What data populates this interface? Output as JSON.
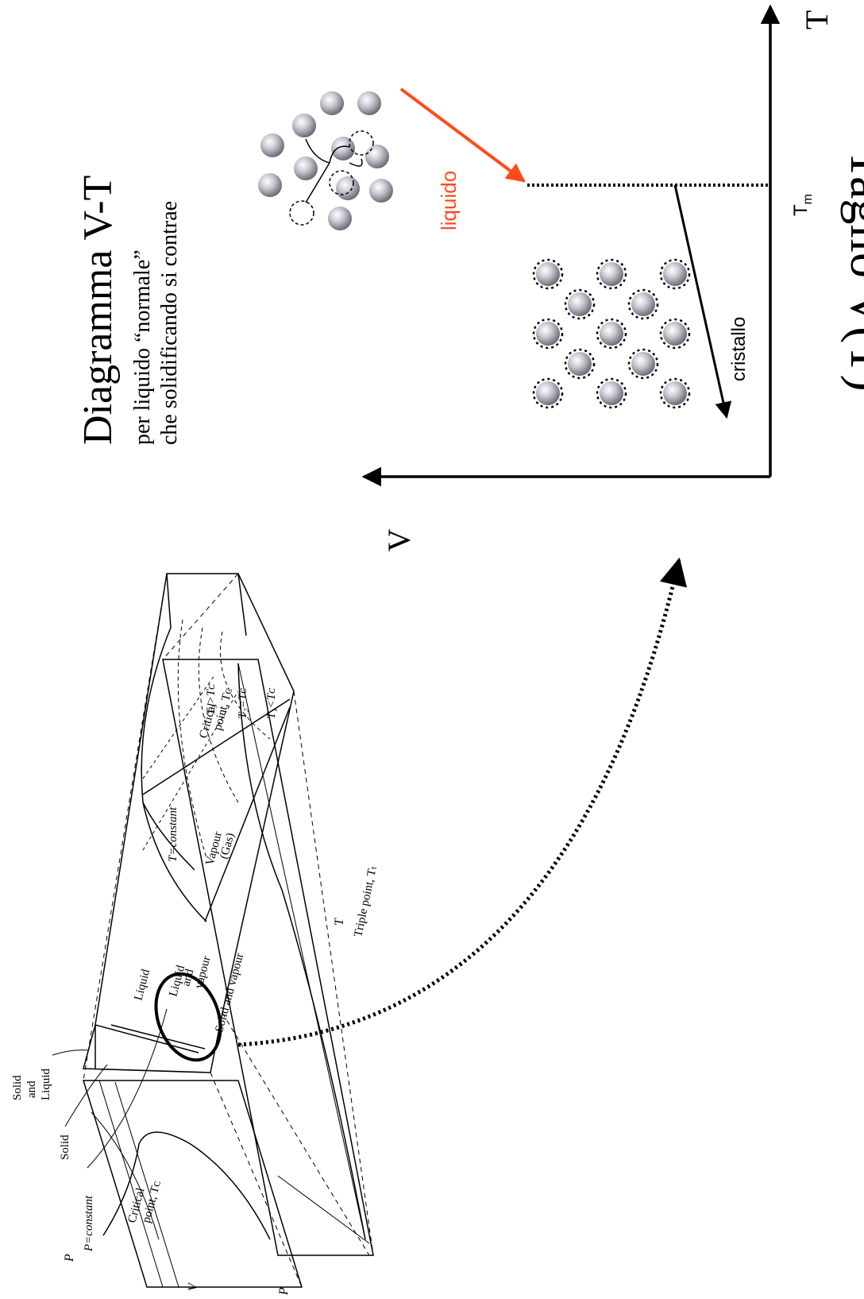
{
  "title": "Taglio V(T)",
  "heading": "Diagramma V-T",
  "subtitle_line1": "per liquido “normale”",
  "subtitle_line2": "che solidificando si contrae",
  "vt_diagram": {
    "axis_v": "V",
    "axis_t": "T",
    "tm_label": "T",
    "tm_sub": "m",
    "liquido_label": "liquido",
    "cristallo_label": "cristallo",
    "liquido_color": "#ff4a1c"
  },
  "pvt_surface": {
    "t_constant": "T=constant",
    "p_constant": "P=constant",
    "solid": "Solid",
    "solid_and_liquid": [
      "Solid",
      "and",
      "Liquid"
    ],
    "liquid": "Liquid",
    "liquid_and_vapour": [
      "Liquid",
      "and",
      "vapour"
    ],
    "vapour_gas": [
      "Vapour",
      "(Gas)"
    ],
    "solid_and_vapour": "Solid and vapour",
    "t3": "T₃>Tᴄ",
    "t2": "T₂=Tᴄ",
    "t1": "T₁<Tᴄ",
    "pt_axis_p": "P",
    "pt_axis_t": "T",
    "critical_point_pt": [
      "Critical",
      "point, Tᴄ"
    ],
    "triple_point": "Triple point, Tₜ",
    "pv_axis_p": "P",
    "pv_axis_v": "V",
    "critical_point_pv": [
      "Critical",
      "point, Tᴄ"
    ]
  }
}
